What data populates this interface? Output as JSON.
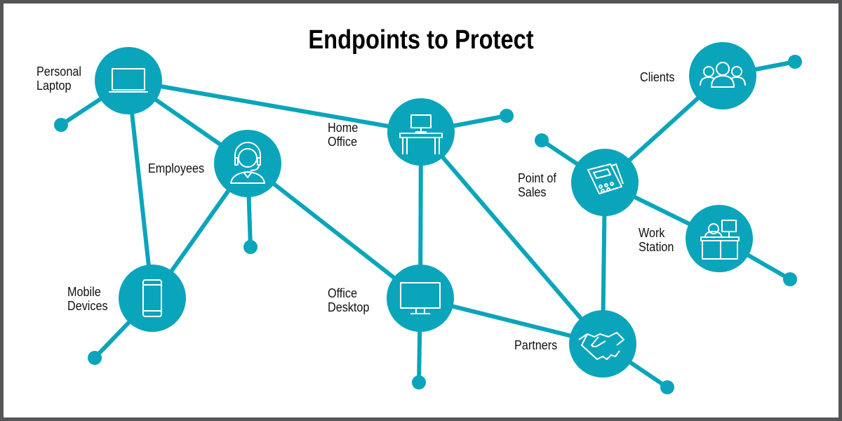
{
  "title": "Endpoints to Protect",
  "colors": {
    "accent": "#0aa5ba",
    "border": "#555558",
    "icon": "#ffffff"
  },
  "nodes": [
    {
      "id": "laptop",
      "label_lines": [
        "Personal",
        "Laptop"
      ],
      "icon": "laptop-icon"
    },
    {
      "id": "employees",
      "label_lines": [
        "Employees"
      ],
      "icon": "headset-agent-icon"
    },
    {
      "id": "mobile",
      "label_lines": [
        "Mobile",
        "Devices"
      ],
      "icon": "smartphone-icon"
    },
    {
      "id": "home",
      "label_lines": [
        "Home",
        "Office"
      ],
      "icon": "desk-computer-icon"
    },
    {
      "id": "desktop",
      "label_lines": [
        "Office",
        "Desktop"
      ],
      "icon": "monitor-icon"
    },
    {
      "id": "partners",
      "label_lines": [
        "Partners"
      ],
      "icon": "handshake-icon"
    },
    {
      "id": "pos",
      "label_lines": [
        "Point of",
        "Sales"
      ],
      "icon": "card-terminal-icon"
    },
    {
      "id": "clients",
      "label_lines": [
        "Clients"
      ],
      "icon": "group-icon"
    },
    {
      "id": "workstation",
      "label_lines": [
        "Work",
        "Station"
      ],
      "icon": "workstation-icon"
    }
  ],
  "edges": [
    [
      "laptop",
      "d1"
    ],
    [
      "laptop",
      "employees"
    ],
    [
      "laptop",
      "mobile"
    ],
    [
      "laptop",
      "home"
    ],
    [
      "employees",
      "mobile"
    ],
    [
      "employees",
      "d2"
    ],
    [
      "employees",
      "desktop"
    ],
    [
      "mobile",
      "d3"
    ],
    [
      "home",
      "d4"
    ],
    [
      "home",
      "desktop"
    ],
    [
      "home",
      "partners"
    ],
    [
      "desktop",
      "d8"
    ],
    [
      "desktop",
      "partners"
    ],
    [
      "partners",
      "d9"
    ],
    [
      "partners",
      "pos"
    ],
    [
      "pos",
      "d5"
    ],
    [
      "pos",
      "clients"
    ],
    [
      "pos",
      "workstation"
    ],
    [
      "clients",
      "d6"
    ],
    [
      "workstation",
      "d7"
    ]
  ]
}
